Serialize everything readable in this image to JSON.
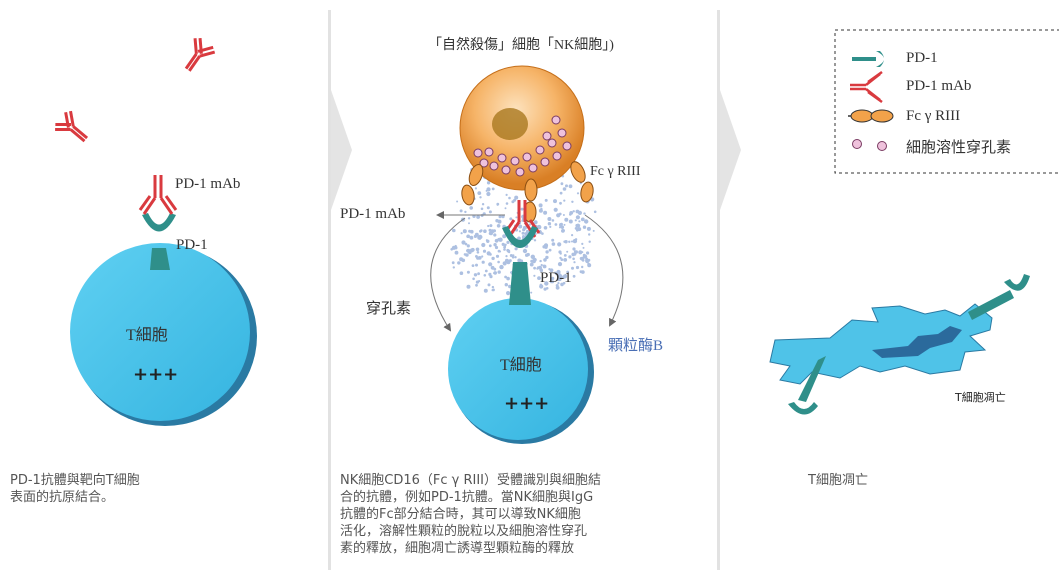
{
  "panel1": {
    "mab_label": "PD-1 mAb",
    "pd1_label": "PD-1",
    "tcell_label": "T細胞",
    "tcell_charge": "+++",
    "caption_lines": [
      "PD-1抗體與靶向T細胞",
      "表面的抗原結合。"
    ]
  },
  "panel2": {
    "title": "「自然殺傷」細胞「NK細胞」)",
    "fc_label": "Fc γ RIII",
    "mab_label": "PD-1 mAb",
    "pd1_label": "PD-1",
    "perforin_label": "穿孔素",
    "granzyme_label": "顆粒酶B",
    "tcell_label": "T細胞",
    "tcell_charge": "+++",
    "caption_lines": [
      "NK細胞CD16（Fc γ RIII）受體識別與細胞結",
      "合的抗體，例如PD-1抗體。當NK細胞與IgG",
      "抗體的Fc部分結合時，其可以導致NK細胞",
      "活化，溶解性顆粒的脫粒以及細胞溶性穿孔",
      "素的釋放，細胞凋亡誘導型顆粒酶的釋放"
    ]
  },
  "panel3": {
    "dead_label": "T細胞凋亡",
    "caption": "T細胞凋亡"
  },
  "legend": {
    "items": [
      {
        "icon": "pd1-receptor-icon",
        "label": "PD-1"
      },
      {
        "icon": "antibody-icon",
        "label": "PD-1 mAb"
      },
      {
        "icon": "fc-receptor-icon",
        "label": "Fc γ RIII"
      },
      {
        "icon": "granule-icon",
        "label": "細胞溶性穿孔素"
      }
    ]
  },
  "colors": {
    "tcell": "#4fc3e8",
    "pd1": "#2f8f8a",
    "antibody": "#d93a3f",
    "nk_cell": "#f2a24a",
    "fc_receptor": "#e8902e",
    "granule": "#e9b8d4",
    "granzyme_text": "#4a6fb5",
    "divider": "#d9d9d9"
  }
}
